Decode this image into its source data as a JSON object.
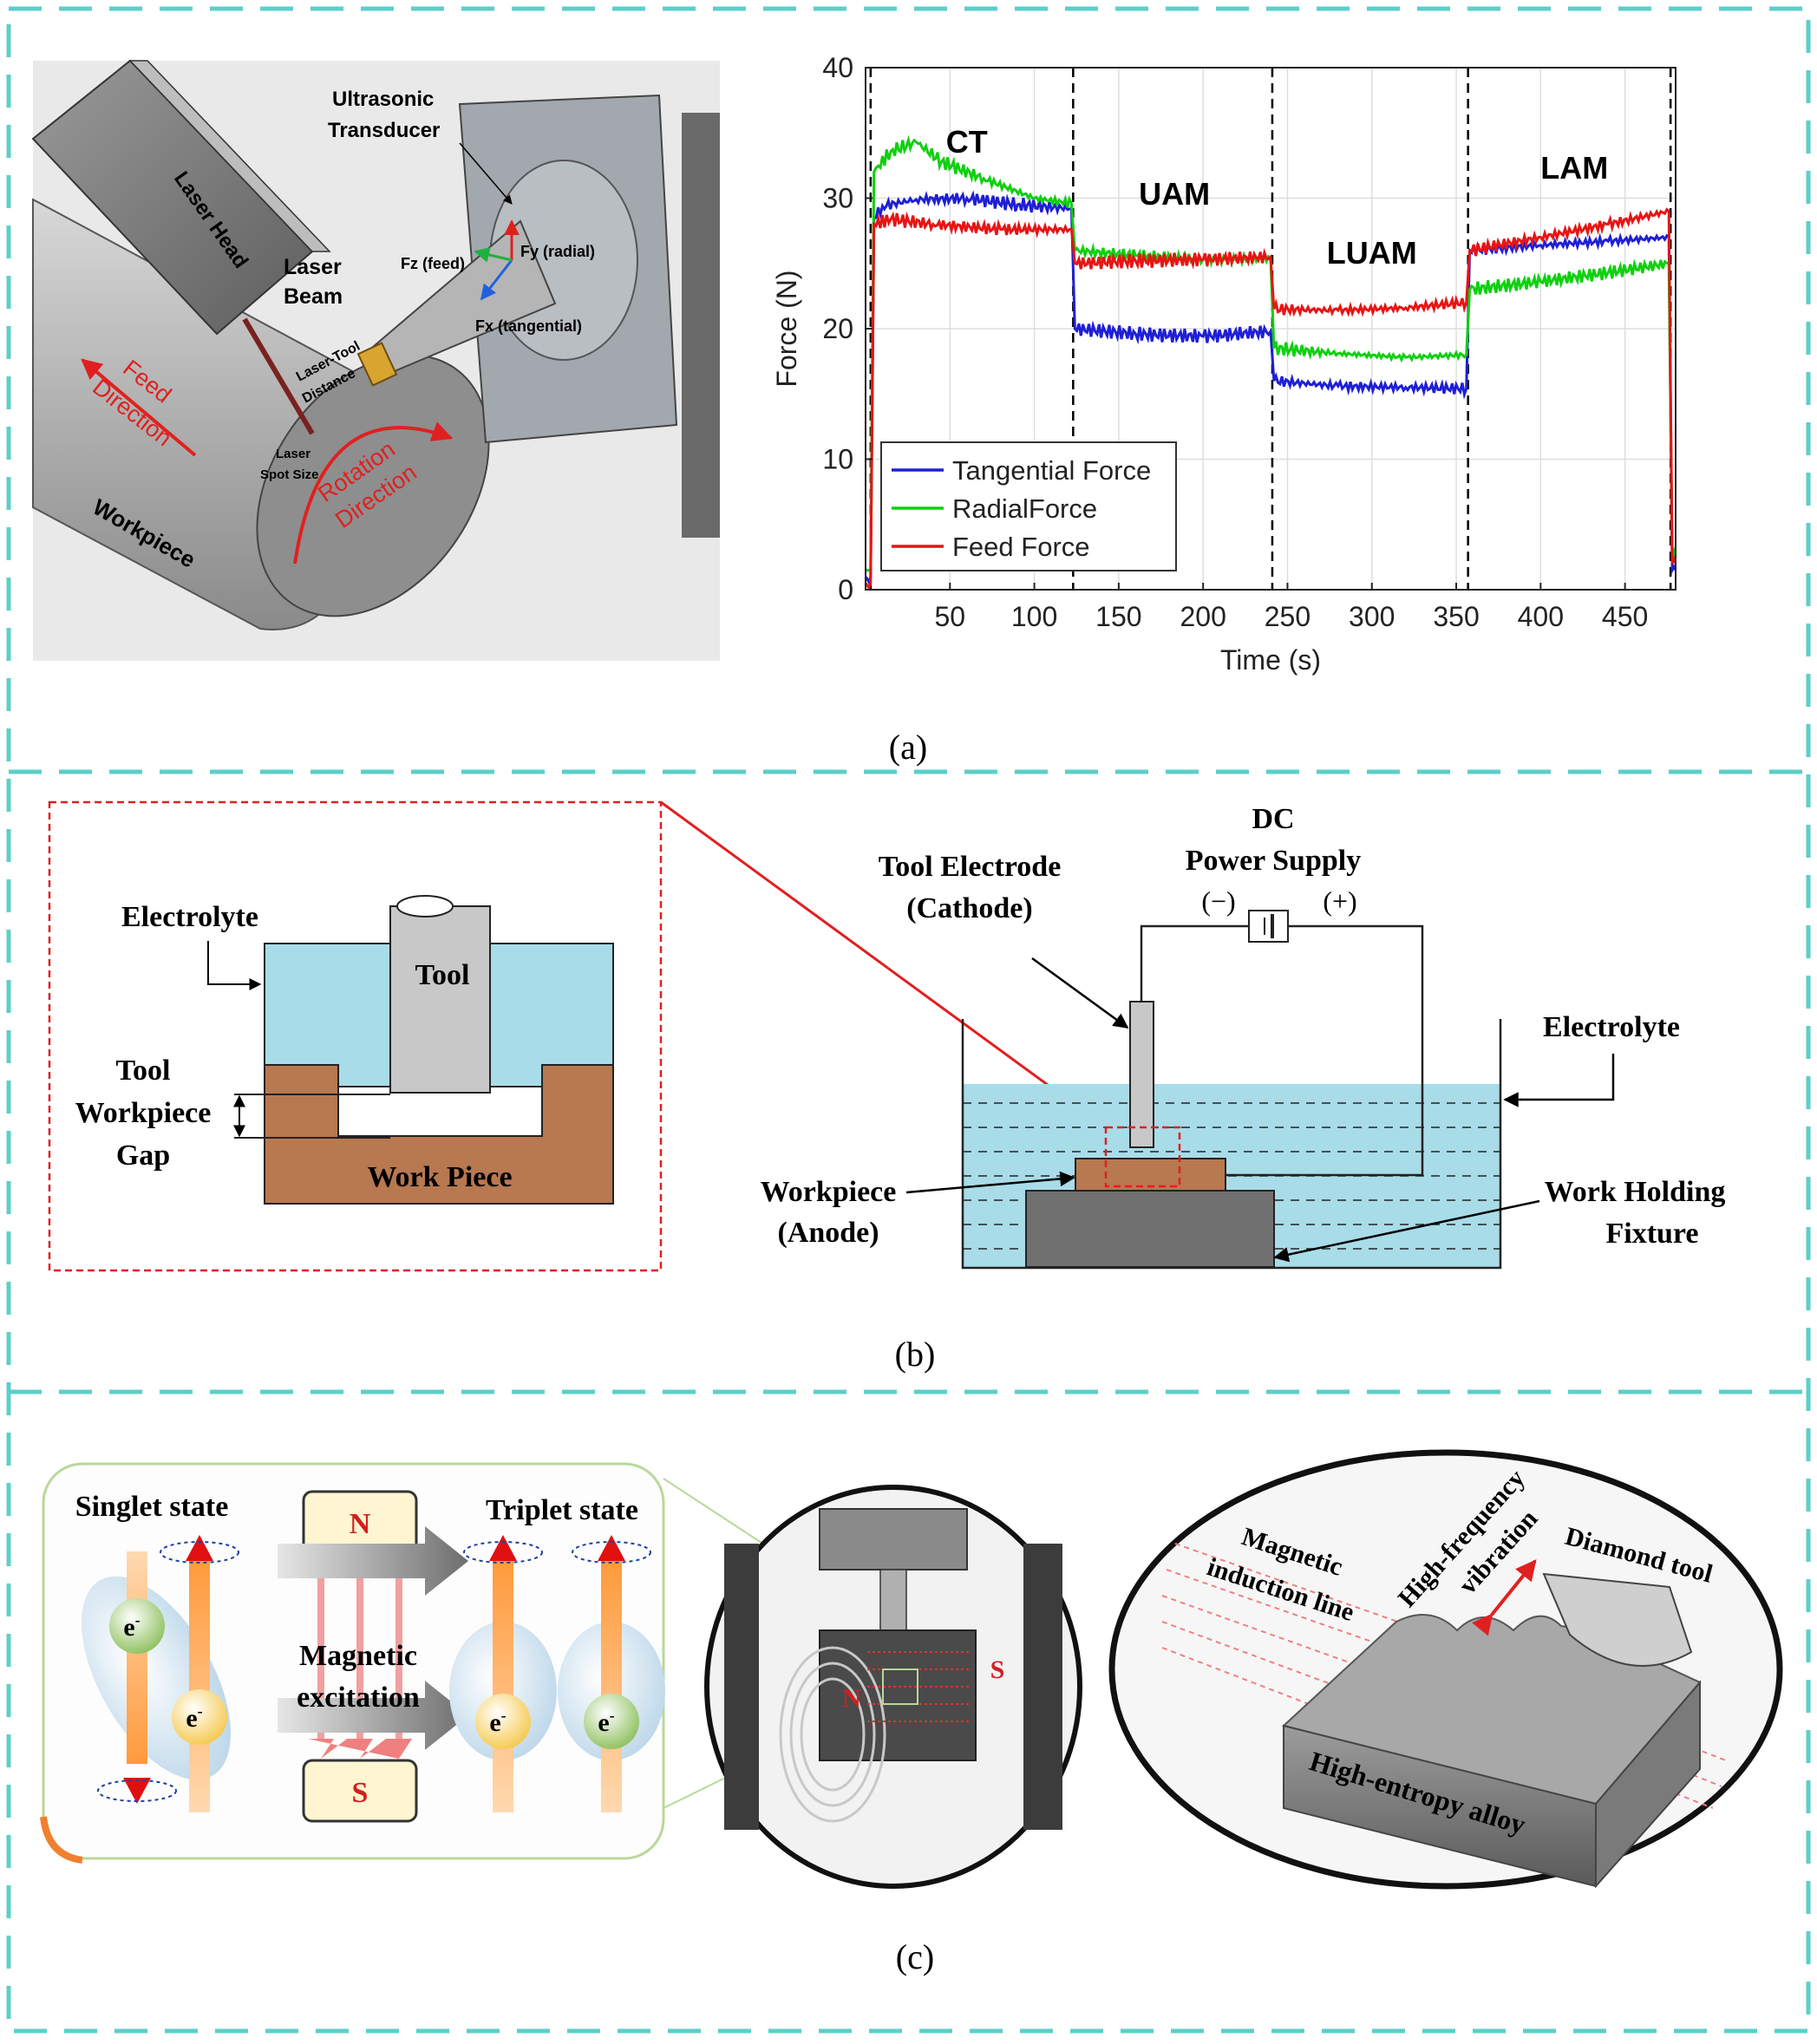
{
  "panel_a": {
    "caption": "(a)",
    "illustration": {
      "laser_head": "Laser Head",
      "laser_beam_1": "Laser",
      "laser_beam_2": "Beam",
      "ultrasonic_1": "Ultrasonic",
      "ultrasonic_2": "Transducer",
      "fz": "Fz (feed)",
      "fy": "Fy (radial)",
      "fx": "Fx (tangential)",
      "laser_tool_1": "Laser-Tool",
      "laser_tool_2": "Distance",
      "spot_1": "Laser",
      "spot_2": "Spot Size",
      "feed_1": "Feed",
      "feed_2": "Direction",
      "rotation_1": "Rotation",
      "rotation_2": "Direction",
      "workpiece": "Workpiece"
    }
  },
  "chart_data": {
    "type": "line",
    "xlabel": "Time (s)",
    "ylabel": "Force (N)",
    "xlim": [
      0,
      480
    ],
    "ylim": [
      0,
      40
    ],
    "xticks": [
      50,
      100,
      150,
      200,
      250,
      300,
      350,
      400,
      450
    ],
    "yticks": [
      0,
      10,
      20,
      30,
      40
    ],
    "grid": true,
    "legend_position": "bottom-left",
    "phase_boundaries": [
      3,
      123,
      241,
      357,
      477
    ],
    "phase_labels": [
      {
        "text": "CT",
        "x": 60,
        "y": 33.5
      },
      {
        "text": "UAM",
        "x": 183,
        "y": 29.5
      },
      {
        "text": "LUAM",
        "x": 300,
        "y": 25
      },
      {
        "text": "LAM",
        "x": 420,
        "y": 31.5
      }
    ],
    "series": [
      {
        "name": "Tangential Force",
        "color": "#1f1fd6",
        "points": [
          [
            0,
            1
          ],
          [
            3,
            1
          ],
          [
            5,
            28.5
          ],
          [
            10,
            29.4
          ],
          [
            30,
            29.9
          ],
          [
            60,
            30
          ],
          [
            90,
            29.5
          ],
          [
            122,
            29.2
          ],
          [
            124,
            20
          ],
          [
            160,
            19.6
          ],
          [
            200,
            19.4
          ],
          [
            240,
            19.8
          ],
          [
            242,
            16
          ],
          [
            280,
            15.6
          ],
          [
            320,
            15.5
          ],
          [
            356,
            15.4
          ],
          [
            358,
            26
          ],
          [
            400,
            26.4
          ],
          [
            440,
            26.7
          ],
          [
            476,
            27
          ],
          [
            478,
            1.5
          ],
          [
            480,
            1.5
          ]
        ]
      },
      {
        "name": "RadialForce",
        "color": "#10d010",
        "points": [
          [
            0,
            1.5
          ],
          [
            3,
            1.5
          ],
          [
            5,
            32
          ],
          [
            15,
            33.6
          ],
          [
            30,
            34.3
          ],
          [
            45,
            32.8
          ],
          [
            70,
            31.5
          ],
          [
            100,
            30
          ],
          [
            122,
            29.6
          ],
          [
            124,
            26
          ],
          [
            160,
            25.6
          ],
          [
            200,
            25.3
          ],
          [
            240,
            25.4
          ],
          [
            242,
            18.5
          ],
          [
            280,
            18.1
          ],
          [
            320,
            17.8
          ],
          [
            356,
            18
          ],
          [
            358,
            23
          ],
          [
            400,
            23.6
          ],
          [
            440,
            24.3
          ],
          [
            476,
            25
          ],
          [
            478,
            2.5
          ],
          [
            480,
            2.5
          ]
        ]
      },
      {
        "name": "Feed Force",
        "color": "#e81414",
        "points": [
          [
            0,
            0.5
          ],
          [
            3,
            0.5
          ],
          [
            5,
            28
          ],
          [
            15,
            28.4
          ],
          [
            40,
            28
          ],
          [
            80,
            27.6
          ],
          [
            122,
            27.6
          ],
          [
            124,
            25
          ],
          [
            160,
            25.2
          ],
          [
            200,
            25.3
          ],
          [
            240,
            25.5
          ],
          [
            242,
            21.5
          ],
          [
            280,
            21.4
          ],
          [
            320,
            21.6
          ],
          [
            356,
            22
          ],
          [
            358,
            26
          ],
          [
            400,
            27
          ],
          [
            440,
            28
          ],
          [
            476,
            29
          ],
          [
            478,
            2
          ],
          [
            480,
            2
          ]
        ]
      }
    ]
  },
  "panel_b": {
    "caption": "(b)",
    "electrolyte_inset": "Electrolyte",
    "tool": "Tool",
    "gap_1": "Tool",
    "gap_2": "Workpiece",
    "gap_3": "Gap",
    "work_piece": "Work Piece",
    "tool_electrode_1": "Tool Electrode",
    "tool_electrode_2": "(Cathode)",
    "dc_1": "DC",
    "dc_2": "Power Supply",
    "minus": "(−)",
    "plus": "(+)",
    "electrolyte_tank": "Electrolyte",
    "workpiece_1": "Workpiece",
    "workpiece_2": "(Anode)",
    "fixture_1": "Work Holding",
    "fixture_2": "Fixture"
  },
  "panel_c": {
    "caption": "(c)",
    "singlet": "Singlet state",
    "triplet": "Triplet state",
    "magnet_n": "N",
    "magnet_s": "S",
    "excitation_1": "Magnetic",
    "excitation_2": "excitation",
    "electron": "e",
    "electron_sup": "-",
    "device_n": "N",
    "device_s": "S",
    "induction_1": "Magnetic",
    "induction_2": "induction line",
    "hfv_1": "High-frequency",
    "hfv_2": "vibration",
    "diamond": "Diamond tool",
    "alloy": "High-entropy alloy"
  },
  "colors": {
    "frame": "#5ccfc8",
    "electrolyte": "#a8dce8",
    "workpiece": "#b87850",
    "tool": "#c8c8c8",
    "fixture": "#707070",
    "callout": "#e02020"
  }
}
